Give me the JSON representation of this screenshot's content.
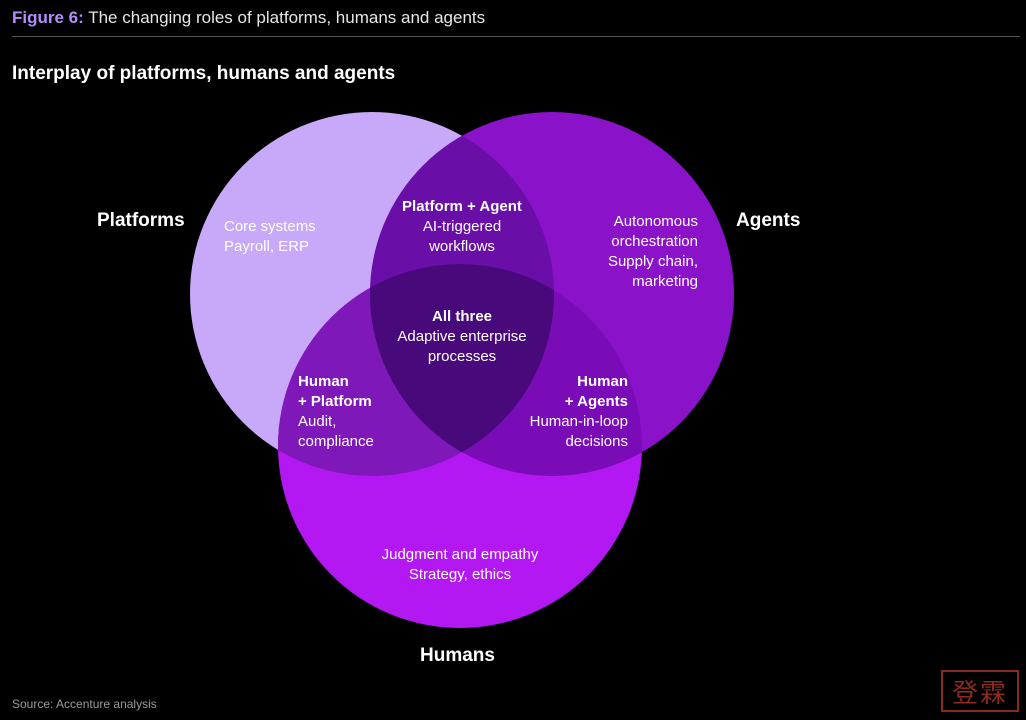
{
  "header": {
    "figure_label": "Figure 6:",
    "figure_title": "The changing roles of platforms, humans and agents",
    "subtitle": "Interplay of platforms, humans and agents"
  },
  "sets": {
    "platforms": "Platforms",
    "agents": "Agents",
    "humans": "Humans"
  },
  "regions": {
    "platforms_only": [
      "Core systems",
      "Payroll, ERP"
    ],
    "agents_only": [
      "Autonomous",
      "orchestration",
      "Supply chain,",
      "marketing"
    ],
    "humans_only": [
      "Judgment and empathy",
      "Strategy, ethics"
    ],
    "platform_agent": {
      "title": "Platform + Agent",
      "lines": [
        "AI-triggered",
        "workflows"
      ]
    },
    "human_platform": {
      "title1": "Human",
      "title2": "+ Platform",
      "lines": [
        "Audit,",
        "compliance"
      ]
    },
    "human_agents": {
      "title1": "Human",
      "title2": "+ Agents",
      "lines": [
        "Human-in-loop",
        "decisions"
      ]
    },
    "all_three": {
      "title": "All three",
      "lines": [
        "Adaptive enterprise",
        "processes"
      ]
    }
  },
  "colors": {
    "platforms": "#c8a8f8",
    "agents": "#8a12c8",
    "humans": "#b318f2",
    "platform_agent": "#6a0ea8",
    "human_platform": "#7f18b8",
    "human_agents": "#7a0cb8",
    "all_three": "#480a7a",
    "accent": "#b58cff"
  },
  "footer": {
    "source": "Source: Accenture analysis"
  },
  "watermark": "登霖"
}
